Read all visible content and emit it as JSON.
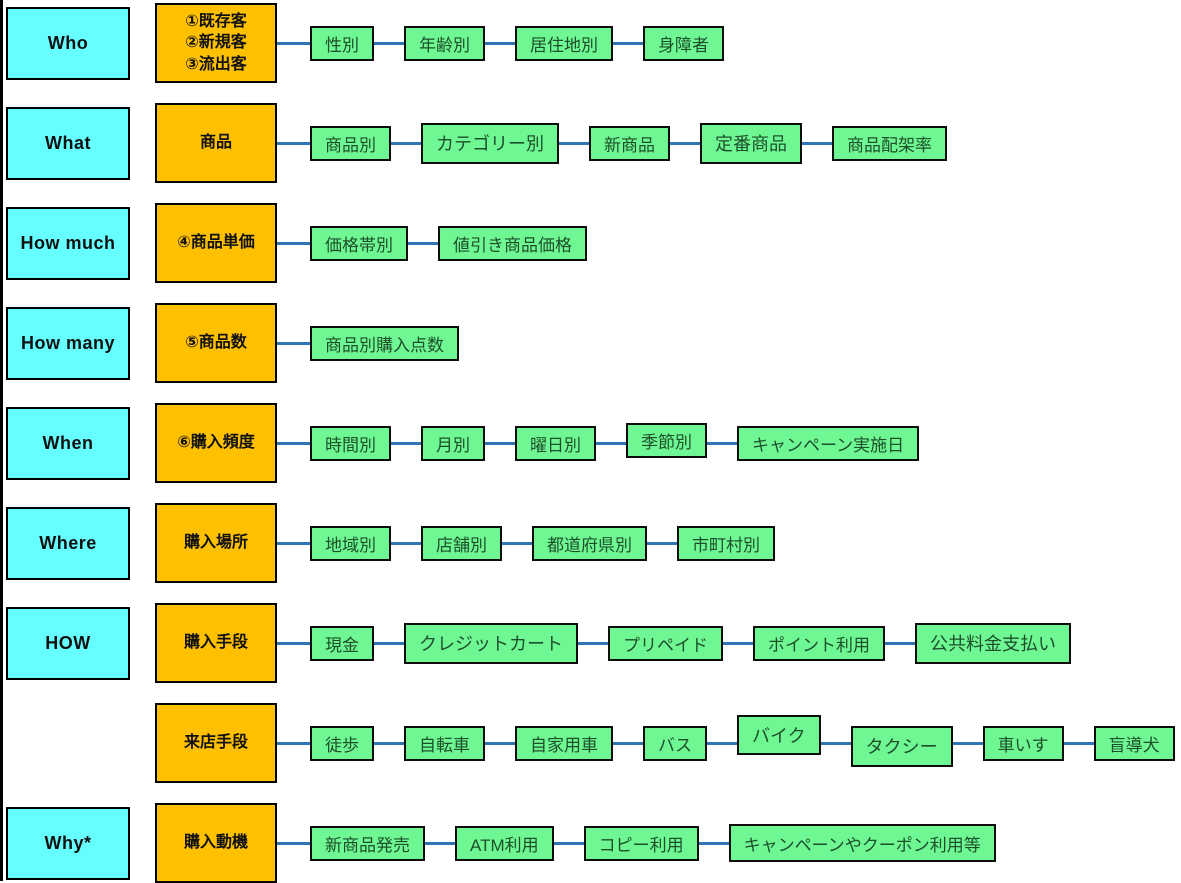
{
  "colors": {
    "question_fill": "#66FFFF",
    "category_fill": "#FFC000",
    "item_fill": "#6EF792",
    "connector_line": "#2E75B6",
    "box_border": "#000000"
  },
  "rows": [
    {
      "question": "Who",
      "category_lines": [
        "①既存客",
        "②新規客",
        "③流出客"
      ],
      "items": [
        "性別",
        "年齢別",
        "居住地別",
        "身障者"
      ]
    },
    {
      "question": "What",
      "category_lines": [
        "商品"
      ],
      "items": [
        "商品別",
        "カテゴリー別",
        "新商品",
        "定番商品",
        "商品配架率"
      ]
    },
    {
      "question": "How much",
      "category_lines": [
        "④商品単価"
      ],
      "items": [
        "価格帯別",
        "値引き商品価格"
      ]
    },
    {
      "question": "How many",
      "category_lines": [
        "⑤商品数"
      ],
      "items": [
        "商品別購入点数"
      ]
    },
    {
      "question": "When",
      "category_lines": [
        "⑥購入頻度"
      ],
      "items": [
        "時間別",
        "月別",
        "曜日別",
        "季節別",
        "キャンペーン実施日"
      ]
    },
    {
      "question": "Where",
      "category_lines": [
        "購入場所"
      ],
      "items": [
        "地域別",
        "店舗別",
        "都道府県別",
        "市町村別"
      ]
    },
    {
      "question": "HOW",
      "category_lines": [
        "購入手段"
      ],
      "items": [
        "現金",
        "クレジットカート",
        "プリペイド",
        "ポイント利用",
        "公共料金支払い"
      ]
    },
    {
      "question": null,
      "category_lines": [
        "来店手段"
      ],
      "items": [
        "徒歩",
        "自転車",
        "自家用車",
        "バス",
        "バイク",
        "タクシー",
        "車いす",
        "盲導犬"
      ]
    },
    {
      "question": "Why*",
      "category_lines": [
        "購入動機"
      ],
      "items": [
        "新商品発売",
        "ATM利用",
        "コピー利用",
        "キャンペーンやクーポン利用等"
      ]
    }
  ]
}
